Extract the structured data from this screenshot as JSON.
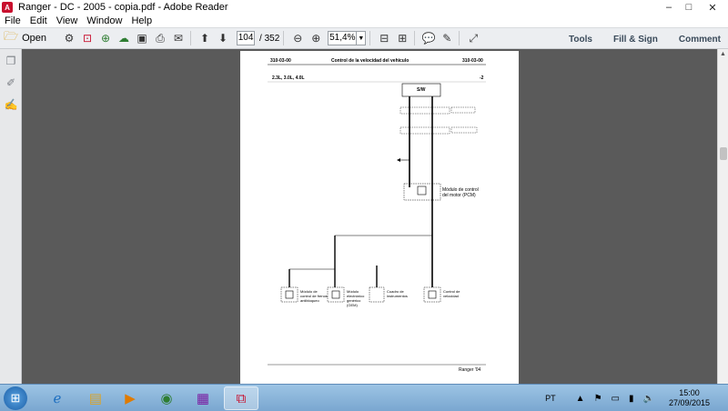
{
  "window": {
    "title": "Ranger - DC - 2005 - copia.pdf - Adobe Reader",
    "minimize": "–",
    "maximize": "□",
    "close": "✕"
  },
  "menu": [
    "File",
    "Edit",
    "View",
    "Window",
    "Help"
  ],
  "toolbar": {
    "open_label": "Open",
    "current_page": "104",
    "total_pages": "/ 352",
    "zoom": "51,4%",
    "right": [
      "Tools",
      "Fill & Sign",
      "Comment"
    ]
  },
  "document": {
    "header_left": "310-03-00",
    "header_center": "Control de la velocidad del vehículo",
    "header_right": "310-03-00",
    "subheader": "2.3L, 3.0L, 4.0L",
    "page_marker": "-2",
    "footer_right": "Ranger '04",
    "components": [
      "S/W",
      "Módulo de control del motor (PCM)",
      "Módulo de control de frenos antibloqueo",
      "Módulo electrónico genérico (GEM)",
      "Cuadro de instrumentos",
      "Control de velocidad"
    ]
  },
  "taskbar": {
    "lang": "PT",
    "time": "15:00",
    "date": "27/09/2015"
  },
  "colors": {
    "doc_bg": "#5a5a5a",
    "toolbar_bg": "#eceef1",
    "taskbar": "#8fb8dc",
    "reader_red": "#c8102e"
  }
}
